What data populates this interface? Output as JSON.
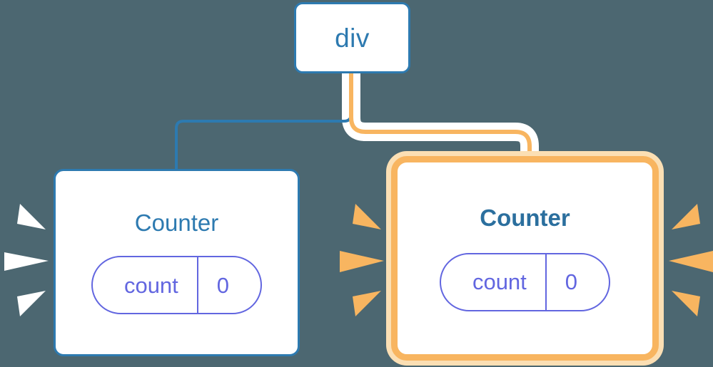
{
  "diagram": {
    "type": "component-tree",
    "background_color": "#4c6771",
    "root": {
      "label": "div",
      "name": "div-node",
      "border_color": "#2d7ab0",
      "text_color": "#2d7ab0"
    },
    "children": [
      {
        "name": "counter-left",
        "title": "Counter",
        "highlighted": false,
        "border_color": "#2d7ab0",
        "title_color": "#2d7ab0",
        "state": {
          "key": "count",
          "value": "0",
          "color": "#6266e0"
        },
        "rays": {
          "color": "#ffffff",
          "side": "left",
          "count": 3
        },
        "edge": {
          "color": "#2d7ab0",
          "style": "thin",
          "name": "edge-div-to-counter-left"
        }
      },
      {
        "name": "counter-right",
        "title": "Counter",
        "highlighted": true,
        "border_color": "#f8b560",
        "glow_color": "#fbdfb4",
        "title_color": "#2b6f9e",
        "state": {
          "key": "count",
          "value": "0",
          "color": "#6266e0"
        },
        "rays": {
          "color": "#f8b560",
          "sides": "both",
          "count": 6
        },
        "edge": {
          "color": "#f8b560",
          "style": "thick-halo",
          "halo_color": "#ffffff",
          "name": "edge-div-to-counter-right"
        }
      }
    ]
  }
}
